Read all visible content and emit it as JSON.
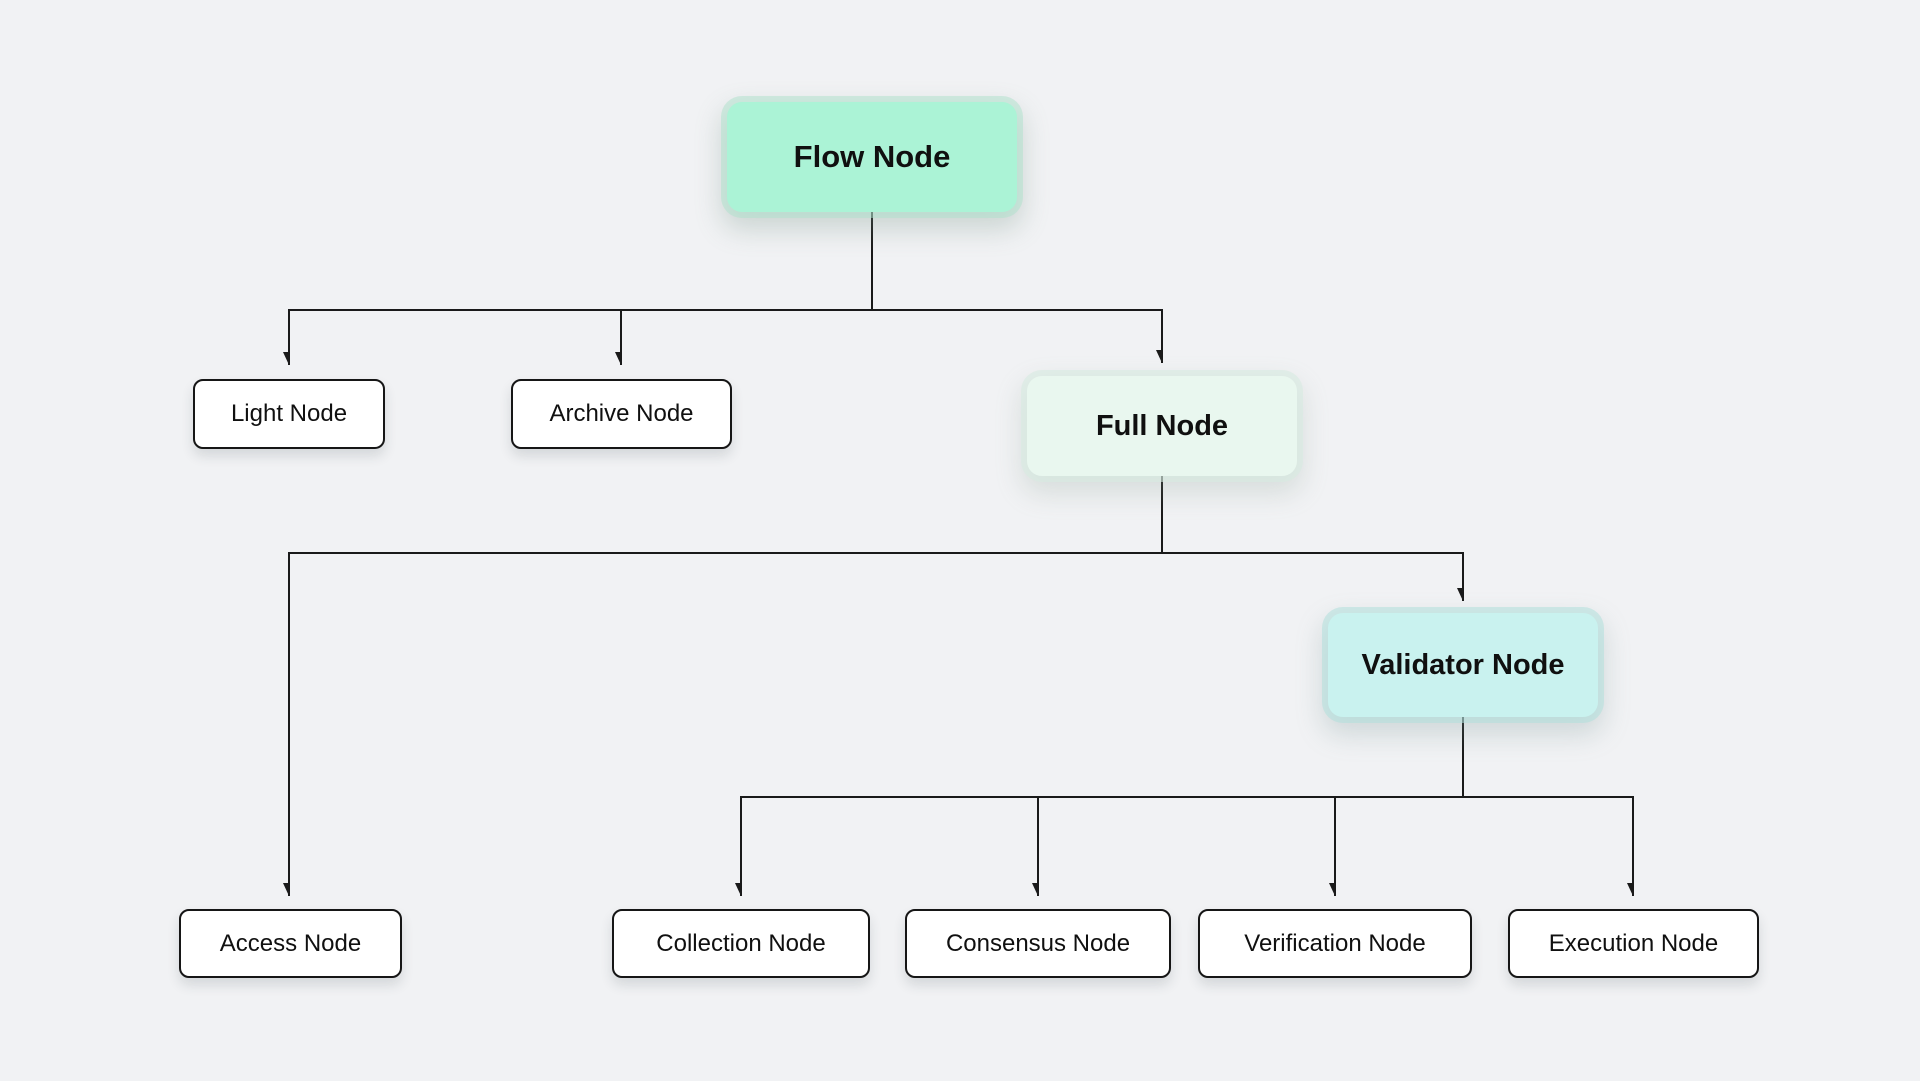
{
  "canvas": {
    "background_color": "#f1f2f4",
    "connector_color": "#1a1a1a"
  },
  "nodes": {
    "flow": {
      "label": "Flow Node",
      "fill": "#abf3d6",
      "text_color": "#101010"
    },
    "light": {
      "label": "Light Node",
      "fill": "#ffffff",
      "text_color": "#101010"
    },
    "archive": {
      "label": "Archive Node",
      "fill": "#ffffff",
      "text_color": "#101010"
    },
    "full": {
      "label": "Full Node",
      "fill": "#e9f7ef",
      "text_color": "#101010"
    },
    "validator": {
      "label": "Validator Node",
      "fill": "#c9f2ef",
      "text_color": "#101010"
    },
    "access": {
      "label": "Access Node",
      "fill": "#ffffff",
      "text_color": "#101010"
    },
    "collection": {
      "label": "Collection Node",
      "fill": "#ffffff",
      "text_color": "#101010"
    },
    "consensus": {
      "label": "Consensus Node",
      "fill": "#ffffff",
      "text_color": "#101010"
    },
    "verification": {
      "label": "Verification Node",
      "fill": "#ffffff",
      "text_color": "#101010"
    },
    "execution": {
      "label": "Execution Node",
      "fill": "#ffffff",
      "text_color": "#101010"
    }
  },
  "hierarchy": [
    {
      "parent": "Flow Node",
      "children": [
        "Light Node",
        "Archive Node",
        "Full Node"
      ]
    },
    {
      "parent": "Full Node",
      "children": [
        "Access Node",
        "Validator Node"
      ]
    },
    {
      "parent": "Validator Node",
      "children": [
        "Collection Node",
        "Consensus Node",
        "Verification Node",
        "Execution Node"
      ]
    }
  ]
}
